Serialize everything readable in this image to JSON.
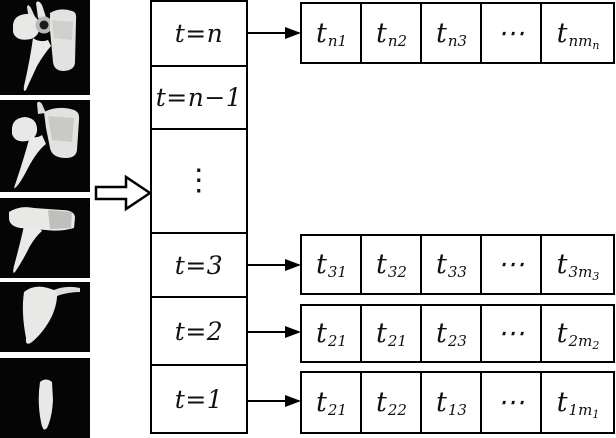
{
  "colors": {
    "background": "#ffffff",
    "line": "#000000",
    "scan_background": "#050505",
    "bone_fill": "#e8e8e6",
    "bone_shadow": "#c6c6c4"
  },
  "left_panel": {
    "images": [
      {
        "name": "vertebra-render-1"
      },
      {
        "name": "vertebra-render-2"
      },
      {
        "name": "vertebra-render-3"
      },
      {
        "name": "vertebra-render-4"
      },
      {
        "name": "vertebra-render-5"
      }
    ]
  },
  "icons": {
    "flow_arrow": "block-right-arrow",
    "link_arrow": "right-arrow"
  },
  "time_column": {
    "boxes": [
      {
        "label": "t=n"
      },
      {
        "label": "t=n−1"
      },
      {
        "label": "⋮"
      },
      {
        "label": "t=3"
      },
      {
        "label": "t=2"
      },
      {
        "label": "t=1"
      }
    ]
  },
  "rows": [
    {
      "source": "t=n",
      "cells": [
        {
          "base": "t",
          "sub": "n1",
          "subsub": ""
        },
        {
          "base": "t",
          "sub": "n2",
          "subsub": ""
        },
        {
          "base": "t",
          "sub": "n3",
          "subsub": ""
        },
        {
          "base": "⋯",
          "sub": "",
          "subsub": ""
        },
        {
          "base": "t",
          "sub": "nm",
          "subsub": "n"
        }
      ]
    },
    {
      "source": "t=3",
      "cells": [
        {
          "base": "t",
          "sub": "31",
          "subsub": ""
        },
        {
          "base": "t",
          "sub": "32",
          "subsub": ""
        },
        {
          "base": "t",
          "sub": "33",
          "subsub": ""
        },
        {
          "base": "⋯",
          "sub": "",
          "subsub": ""
        },
        {
          "base": "t",
          "sub": "3m",
          "subsub": "3"
        }
      ]
    },
    {
      "source": "t=2",
      "cells": [
        {
          "base": "t",
          "sub": "21",
          "subsub": ""
        },
        {
          "base": "t",
          "sub": "21",
          "subsub": ""
        },
        {
          "base": "t",
          "sub": "23",
          "subsub": ""
        },
        {
          "base": "⋯",
          "sub": "",
          "subsub": ""
        },
        {
          "base": "t",
          "sub": "2m",
          "subsub": "2"
        }
      ]
    },
    {
      "source": "t=1",
      "cells": [
        {
          "base": "t",
          "sub": "21",
          "subsub": ""
        },
        {
          "base": "t",
          "sub": "22",
          "subsub": ""
        },
        {
          "base": "t",
          "sub": "13",
          "subsub": ""
        },
        {
          "base": "⋯",
          "sub": "",
          "subsub": ""
        },
        {
          "base": "t",
          "sub": "1m",
          "subsub": "1"
        }
      ]
    }
  ]
}
